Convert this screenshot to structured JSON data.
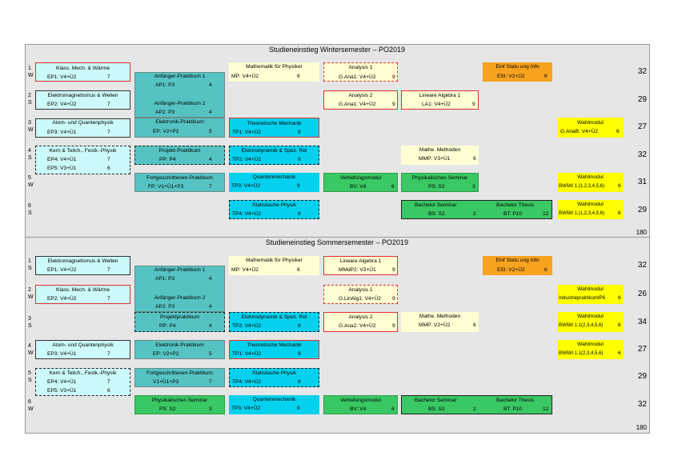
{
  "winter": {
    "title": "Studieneinstieg Wintersemester – PO2019",
    "total": "180",
    "rows": [
      {
        "num": "1",
        "sem": "W",
        "ects": "32"
      },
      {
        "num": "2",
        "sem": "S",
        "ects": "29"
      },
      {
        "num": "3",
        "sem": "W",
        "ects": "27"
      },
      {
        "num": "4",
        "sem": "S",
        "ects": "32"
      },
      {
        "num": "5",
        "sem": "W",
        "ects": "31"
      },
      {
        "num": "6",
        "sem": "S",
        "ects": "29"
      }
    ],
    "modules": [
      {
        "id": "w1",
        "name": "Klass. Mech. & Wärme",
        "code": "EP1: V4+Ü2",
        "ects": "7"
      },
      {
        "id": "w2",
        "name": "Elektromagnetismus & Wellen",
        "code": "EP2: V4+Ü2",
        "ects": "7"
      },
      {
        "id": "w3",
        "name": "Atom- und Quantenphysik",
        "code": "EP3: V4+Ü1",
        "ects": "7"
      },
      {
        "id": "w4",
        "name": "Kern & Teilch., Festk.-Physik",
        "code": "EP4: V4+Ü1",
        "ects": "7",
        "code2": "EP5: V3+Ü1",
        "ects2": "6"
      },
      {
        "id": "w5",
        "name": "Anfänger-Praktikum 1",
        "code": "AP1: P3",
        "ects": "4",
        "name2": "Anfänger-Praktikum 2",
        "code2": "AP2: P3",
        "ects2": "4"
      },
      {
        "id": "w6",
        "name": "Elektronik-Praktikum",
        "code": "EP: V2+P2",
        "ects": "5"
      },
      {
        "id": "w7",
        "name": "Projekt-Praktikum",
        "code": "PP: P4",
        "ects": "4"
      },
      {
        "id": "w8",
        "name": "Fortgeschrittenen-Praktikum",
        "code": "FP: V1+Ü1+P3",
        "ects": "7"
      },
      {
        "id": "w9",
        "name": "Mathematik für Physiker",
        "code": "MP: V4+Ü2",
        "ects": "6"
      },
      {
        "id": "w10",
        "name": "Theoretische Mechanik",
        "code": "TP1: V4+Ü2",
        "ects": "9"
      },
      {
        "id": "w11",
        "name": "Elektrodynamik & Spez. Rel",
        "code": "TP2: V4+Ü2",
        "ects": "9"
      },
      {
        "id": "w12",
        "name": "Quantenmechanik",
        "code": "TP3: V4+Ü2",
        "ects": "9"
      },
      {
        "id": "w13",
        "name": "Statistische Physik",
        "code": "TP4: V4+Ü2",
        "ects": "9"
      },
      {
        "id": "w14",
        "name": "Analysis 1",
        "code": "G.Ana1: V4+Ü2",
        "ects": "9"
      },
      {
        "id": "w15",
        "name": "Analysis 2",
        "code": "G.Ana1: V4+Ü2",
        "ects": "9"
      },
      {
        "id": "w16",
        "name": "Vertiefungsmodul",
        "code": "BV: V4",
        "ects": "6"
      },
      {
        "id": "w17",
        "name": "Lineare Algebra 1",
        "code": "LA1: V4+Ü2",
        "ects": "9"
      },
      {
        "id": "w18",
        "name": "Mathe. Methoden",
        "code": "MMP: V3+Ü1",
        "ects": "6"
      },
      {
        "id": "w19",
        "name": "Physikalisches Seminar",
        "code": "PS: S2",
        "ects": "3"
      },
      {
        "id": "w20",
        "name": "Bachelor Seminar",
        "code": "BS: S2",
        "ects": "2",
        "name2": "Bachelor Thesis",
        "code2": "BT: P10",
        "ects2": "12"
      },
      {
        "id": "w21",
        "name": "Einf Statu ung Info",
        "code": "ESI: V2+Ü2",
        "ects": "6"
      },
      {
        "id": "w22",
        "name": "Wahlmodul",
        "code": "G.AnaB: V4+Ü2",
        "ects": "6"
      },
      {
        "id": "w23",
        "name": "Wahlmodul",
        "code": "BWiWi 1.(1,2,3,4,5,6)",
        "ects": "6"
      },
      {
        "id": "w24",
        "name": "Wahlmodul",
        "code": "BWiWi 1.(1,2,3,4,5,6)",
        "ects": "6"
      }
    ]
  },
  "summer": {
    "title": "Studieneinstieg Sommersemester – PO2019",
    "total": "180",
    "rows": [
      {
        "num": "1",
        "sem": "S",
        "ects": "32"
      },
      {
        "num": "2",
        "sem": "W",
        "ects": "26"
      },
      {
        "num": "3",
        "sem": "S",
        "ects": "34"
      },
      {
        "num": "4",
        "sem": "W",
        "ects": "27"
      },
      {
        "num": "5",
        "sem": "S",
        "ects": "29"
      },
      {
        "num": "6",
        "sem": "W",
        "ects": "32"
      }
    ],
    "modules": [
      {
        "id": "s1",
        "name": "Elektromagnetismus & Wellen",
        "code": "EP1: V4+Ü2",
        "ects": "7"
      },
      {
        "id": "s2",
        "name": "Klass. Mech. & Wärme",
        "code": "EP2: V4+Ü2",
        "ects": "7"
      },
      {
        "id": "s3",
        "name": "Atom- und Quantenphysik",
        "code": "EP3: V4+Ü1",
        "ects": "7"
      },
      {
        "id": "s4",
        "name": "Kern & Teilch., Festk.-Physik",
        "code": "EP4: V4+Ü1",
        "ects": "7",
        "code2": "EP5: V3+Ü1",
        "ects2": "6"
      },
      {
        "id": "s5",
        "name": "Anfänger-Praktikum 1",
        "code": "AP1: P3",
        "ects": "4",
        "name2": "Anfänger-Praktikum 2",
        "code2": "AP2: P3",
        "ects2": "4"
      },
      {
        "id": "s6",
        "name": "Projektpraktikum",
        "code": "PP: P4",
        "ects": "4"
      },
      {
        "id": "s7",
        "name": "Elektronik-Praktikum",
        "code": "EP: V2+P2",
        "ects": "5"
      },
      {
        "id": "s8",
        "name": "Fortgeschrittenen-Praktikum",
        "code": "V1+Ü1+P3",
        "ects": "7"
      },
      {
        "id": "s9",
        "name": "Physikalisches Seminar",
        "code": "PS: S2",
        "ects": "3"
      },
      {
        "id": "s10",
        "name": "Mathematik für Physiker",
        "code": "MP: V4+Ü2",
        "ects": "6"
      },
      {
        "id": "s11",
        "name": "Elektrodynamik & Spez. Rel",
        "code": "TP2: V4+Ü2",
        "ects": "9"
      },
      {
        "id": "s12",
        "name": "Theoretische Mechanik",
        "code": "TP1: V4+Ü2",
        "ects": "9"
      },
      {
        "id": "s13",
        "name": "Statistische Physik",
        "code": "TP4: V4+Ü2",
        "ects": "9"
      },
      {
        "id": "s14",
        "name": "Quantenmechanik",
        "code": "TP3: V4+Ü2",
        "ects": "9"
      },
      {
        "id": "s15",
        "name": "Lineare Algebra 1",
        "code": "MMdP2: V3+Ü1",
        "ects": "9"
      },
      {
        "id": "s16",
        "name": "Analysis 1",
        "code": "G.LinAlg1: V4+Ü2",
        "ects": "9"
      },
      {
        "id": "s17",
        "name": "Analysis 2",
        "code": "G.Ana2: V4+Ü2",
        "ects": "9"
      },
      {
        "id": "s18",
        "name": "Vertiefungsmodul",
        "code": "BV: V4",
        "ects": "6"
      },
      {
        "id": "s19",
        "name": "Mathe. Methoden",
        "code": "MMP: V2+Ü2",
        "ects": "6"
      },
      {
        "id": "s20",
        "name": "Bachelor Seminar",
        "code": "BS: S2",
        "ects": "2",
        "name2": "Bachelor Thesis",
        "code2": "BT: P10",
        "ects2": "12"
      },
      {
        "id": "s21",
        "name": "Einf Statu ung Info",
        "code": "ESI: V2+Ü2",
        "ects": "6"
      },
      {
        "id": "s22",
        "name": "Wahlmodul",
        "code": "IndustriepraktikumIP6",
        "ects": "6"
      },
      {
        "id": "s23",
        "name": "Wahlmodul",
        "code": "BWiWi 1.1(2,3,4,5,6)",
        "ects": "6"
      },
      {
        "id": "s24",
        "name": "Wahlmodul",
        "code": "BWiWi 1.1(2,3,4,5,6)",
        "ects": "6"
      }
    ]
  }
}
